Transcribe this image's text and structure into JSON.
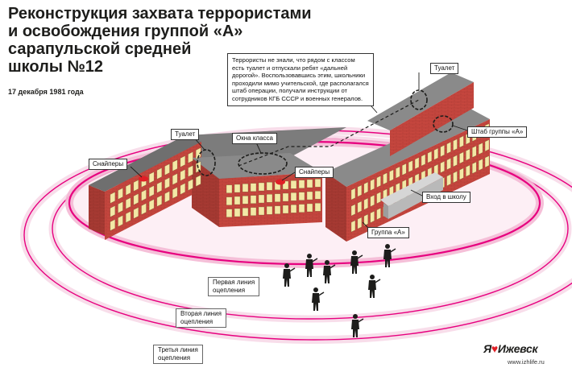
{
  "title_lines": [
    "Реконструкция захвата террористами",
    "и освобождения группой «А»",
    "сарапульской средней",
    "школы №12"
  ],
  "date": "17 декабря 1981 года",
  "note_text": "Террористы не знали, что рядом с классом есть туалет и отпускали ребят «дальней дорогой». Воспользовавшись этим, школьники проходили мимо учительской, где располагался штаб операции, получали инструкции от сотрудников КГБ СССР и военных генералов.",
  "labels": {
    "toilet_left": "Туалет",
    "toilet_right": "Туалет",
    "class_windows": "Окна класса",
    "snipers_left": "Снайперы",
    "snipers_right": "Снайперы",
    "hq": "Штаб группы «А»",
    "entrance": "Вход в школу",
    "group_a": "Группа «А»"
  },
  "rings": {
    "first": "Первая линия\nоцепления",
    "second": "Вторая линия\nоцепления",
    "third": "Третья линия\nоцепления"
  },
  "brand": {
    "prefix": "Я",
    "heart": "♥",
    "name": "Ижевск",
    "site": "www.izhlife.ru"
  },
  "colors": {
    "ring": "#e7007f",
    "brick": "#c0403a",
    "roof": "#7c7c7c",
    "window": "#f3e8a6"
  }
}
